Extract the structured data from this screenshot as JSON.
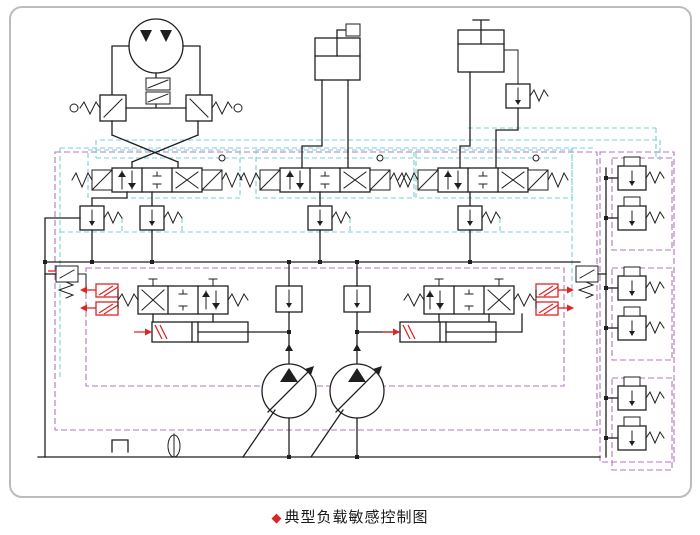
{
  "caption": {
    "bullet": "◆",
    "text": "典型负载敏感控制图"
  },
  "colors": {
    "background": "#ffffff",
    "line": "#1f1f1f",
    "cyan": "#7bcfd6",
    "magenta": "#b277bd",
    "red": "#e02424",
    "frame": "#b9bdc0"
  },
  "diagram": {
    "type": "hydraulic-schematic",
    "title": "典型负载敏感控制图",
    "components": [
      {
        "name": "hydraulic-motor"
      },
      {
        "name": "counterbalance-valve-bridge"
      },
      {
        "name": "cylinder-middle"
      },
      {
        "name": "cylinder-right"
      },
      {
        "name": "relief-valve-right"
      },
      {
        "name": "directional-valve-1"
      },
      {
        "name": "directional-valve-2"
      },
      {
        "name": "directional-valve-3"
      },
      {
        "name": "pressure-compensator-1"
      },
      {
        "name": "pressure-compensator-2"
      },
      {
        "name": "pressure-compensator-3"
      },
      {
        "name": "pressure-compensator-4"
      },
      {
        "name": "proportional-pilot-valve-left"
      },
      {
        "name": "proportional-pilot-valve-right"
      },
      {
        "name": "solenoid-coils-left"
      },
      {
        "name": "solenoid-coils-right"
      },
      {
        "name": "servo-cylinder-left"
      },
      {
        "name": "servo-cylinder-right"
      },
      {
        "name": "check-valve-left"
      },
      {
        "name": "check-valve-right"
      },
      {
        "name": "variable-pump-1"
      },
      {
        "name": "variable-pump-2"
      },
      {
        "name": "cartridge-valve-bank"
      },
      {
        "name": "tank-line"
      },
      {
        "name": "breather"
      },
      {
        "name": "filter"
      }
    ]
  }
}
